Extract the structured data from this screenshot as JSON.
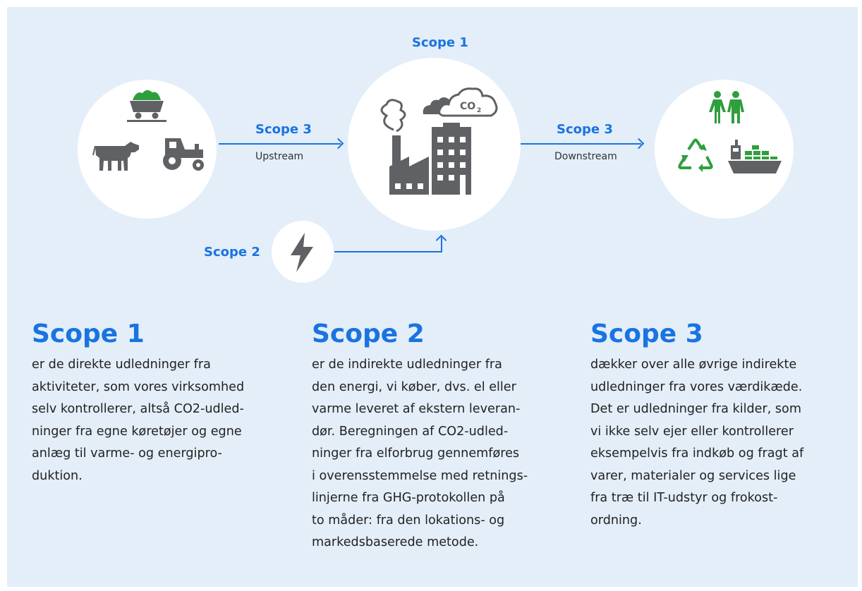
{
  "diagram": {
    "top_label": "Scope 1",
    "upstream": {
      "label": "Scope 3",
      "sublabel": "Upstream"
    },
    "downstream": {
      "label": "Scope 3",
      "sublabel": "Downstream"
    },
    "energy": {
      "label": "Scope 2"
    },
    "co2_text": "CO",
    "co2_sub": "2",
    "colors": {
      "accent": "#1a73e0",
      "icon_gray": "#5f6164",
      "icon_green": "#2f9e3e",
      "panel": "#e3eef9"
    }
  },
  "columns": [
    {
      "title": "Scope 1",
      "text": "er de direkte udledninger fra\naktiviteter, som vores virksomhed\nselv kontrollerer, altså CO2-udled-\nninger fra egne køretøjer og egne\nanlæg til varme- og energipro-\nduktion."
    },
    {
      "title": "Scope 2",
      "text": "er de indirekte udledninger fra\nden energi, vi køber, dvs. el eller\nvarme leveret af ekstern leveran-\ndør. Beregningen af CO2-udled-\nninger fra elforbrug gennemføres\ni overensstemmelse med retnings-\nlinjerne fra GHG-protokollen på\nto måder: fra den lokations- og\nmarkedsbaserede metode."
    },
    {
      "title": "Scope 3",
      "text": "dækker over alle øvrige indirekte\nudledninger fra vores værdikæde.\nDet er udledninger fra kilder, som\nvi ikke selv ejer eller kontrollerer\neksempelvis fra indkøb og fragt af\nvarer, materialer og services lige\nfra træ til IT-udstyr og frokost-\nordning."
    }
  ]
}
